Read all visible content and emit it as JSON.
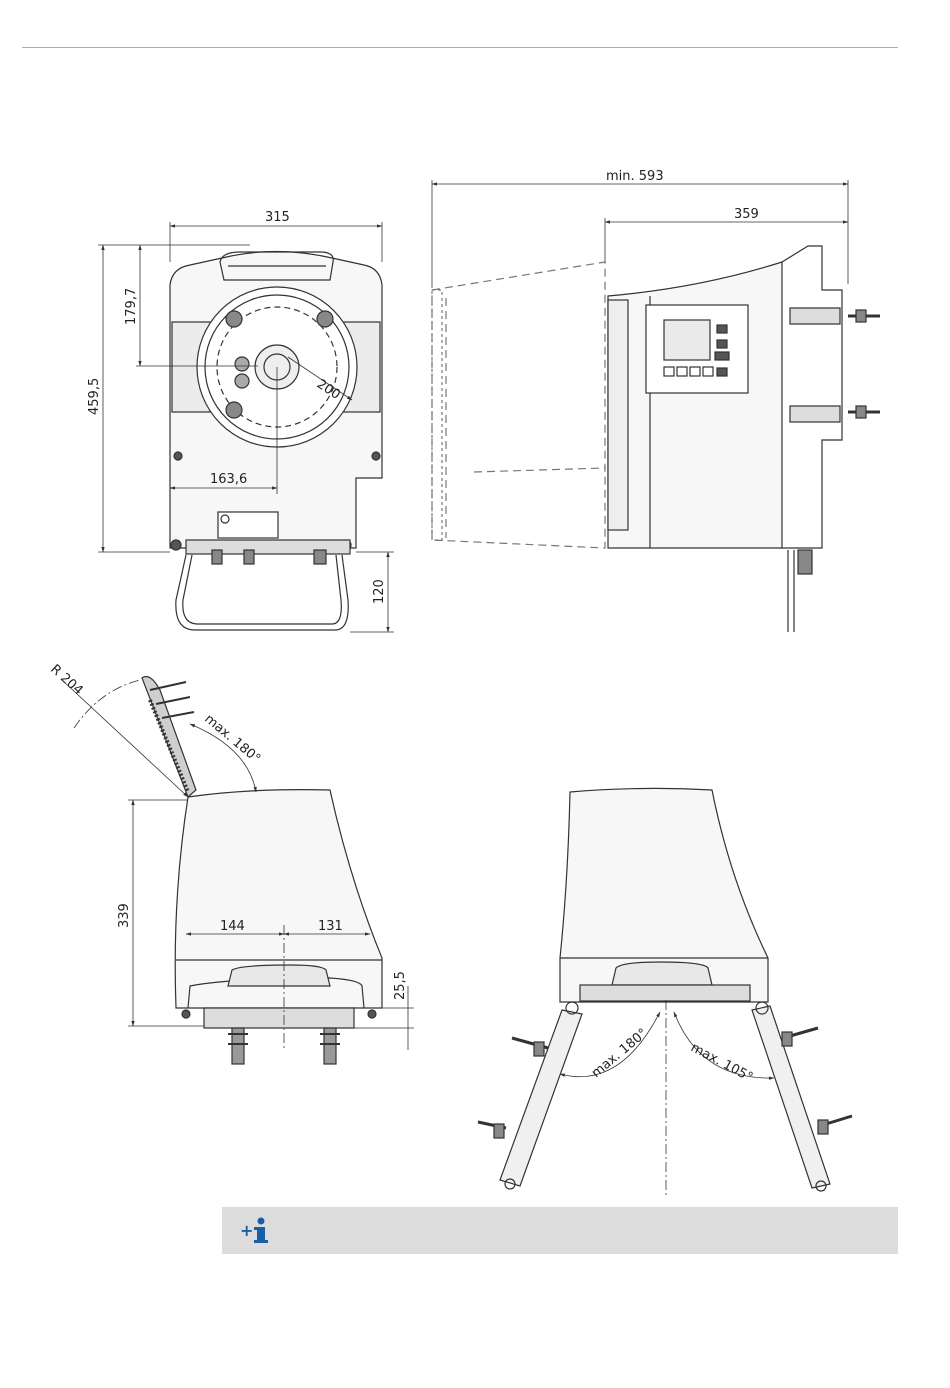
{
  "dimensions": {
    "front_width": "315",
    "front_height": "459,5",
    "flange_offset_vertical": "179,7",
    "flange_offset_horizontal": "163,6",
    "flange_diameter": "200",
    "handle_height": "120",
    "side_depth_min": "min. 593",
    "side_depth": "359",
    "open_radius": "R 204",
    "open_angle": "max. 180°",
    "top_height": "339",
    "top_left": "144",
    "top_right": "131",
    "base_thickness": "25,5",
    "pivot_left_angle": "max. 180°",
    "pivot_right_angle": "max. 105°"
  },
  "info_icon": "info-plus-icon",
  "colors": {
    "header_rule": "#6cc0e4",
    "info_box": "#dcdcdc",
    "info_icon": "#1a5ea8"
  }
}
